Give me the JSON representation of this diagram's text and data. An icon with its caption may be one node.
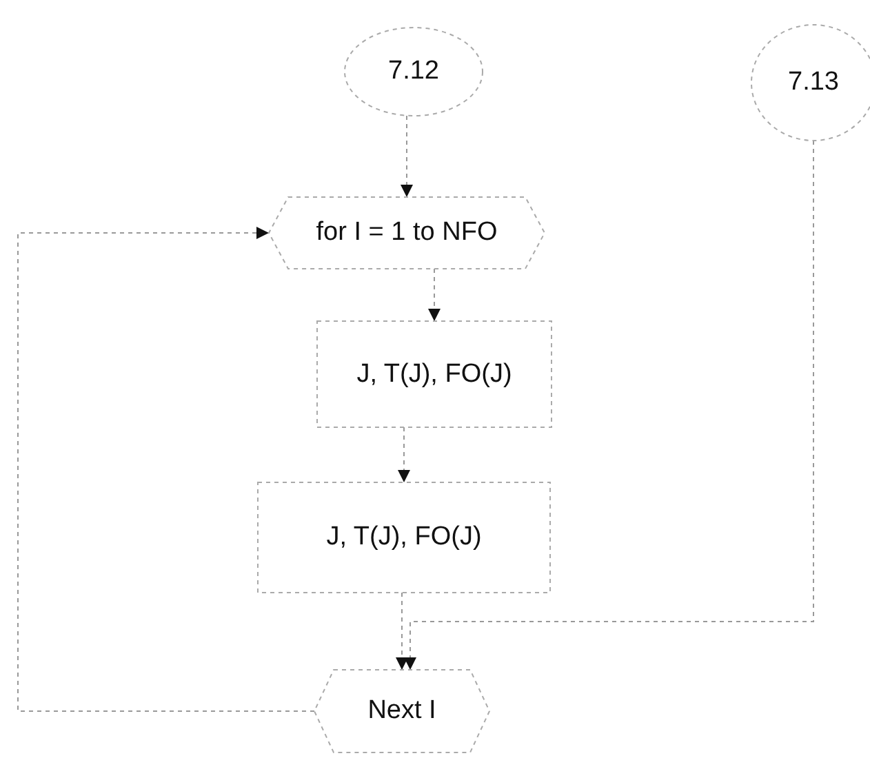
{
  "diagram": {
    "nodes": [
      {
        "text": [
          "7.12"
        ]
      },
      {
        "text": [
          "7.13"
        ]
      },
      {
        "text": [
          "for I = 1 to NFO"
        ]
      },
      {
        "text": [
          "J, T(J), FO(J)"
        ]
      },
      {
        "text": [
          "J, T(J), FO(J)"
        ]
      },
      {
        "text": [
          "Next I"
        ]
      }
    ],
    "edges": [
      {
        "from": 0,
        "to": 2,
        "arrow": "to"
      },
      {
        "from": 2,
        "to": 3,
        "arrow": "to"
      },
      {
        "from": 3,
        "to": 4,
        "arrow": "to"
      },
      {
        "from": 4,
        "to": 5,
        "arrow": "to"
      },
      {
        "from": 1,
        "to": 5,
        "arrow": "to"
      },
      {
        "from": 5,
        "to": 2,
        "arrow": "to"
      }
    ]
  }
}
